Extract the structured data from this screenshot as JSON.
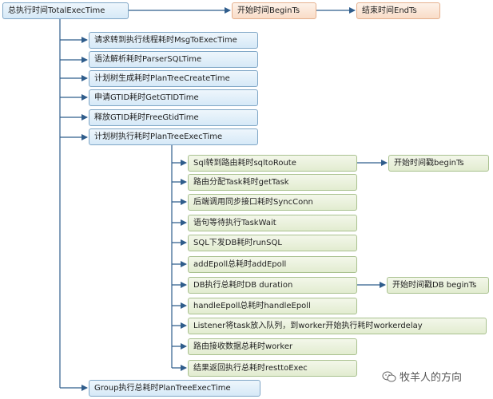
{
  "root": {
    "label": "总执行时间TotalExecTime"
  },
  "top_chain": {
    "begin": "开始时间BeginTs",
    "end": "结束时间EndTs"
  },
  "level1": [
    "请求转到执行线程耗时MsgToExecTime",
    "语法解析耗时ParserSQLTime",
    "计划树生成耗时PlanTreeCreateTime",
    "申请GTID耗时GetGTIDTime",
    "释放GTID耗时FreeGtidTime",
    "计划树执行耗时PlanTreeExecTime"
  ],
  "level2": [
    "Sql转到路由耗时sqltoRoute",
    "路由分配Task耗时getTask",
    "后端调用同步接口耗时SyncConn",
    "语句等待执行TaskWait",
    "SQL下发DB耗时runSQL",
    "addEpoll总耗时addEpoll",
    "DB执行总耗时DB duration",
    "handleEpoll总耗时handleEpoll",
    "Listener将task放入队列，到worker开始执行耗时workerdelay",
    "路由接收数据总耗时worker",
    "结果返回执行总耗时resttoExec"
  ],
  "side_notes": {
    "sqltoRoute": "开始时间戳beginTs",
    "db_duration": "开始时间戳DB beginTs"
  },
  "group": "Group执行总耗时PlanTreeExecTime",
  "watermark": "牧羊人的方向",
  "colors": {
    "line": "#2f5d8c",
    "blue_box": "#deedf8",
    "green_box": "#e6efd6",
    "orange_box": "#fbe3d2"
  }
}
